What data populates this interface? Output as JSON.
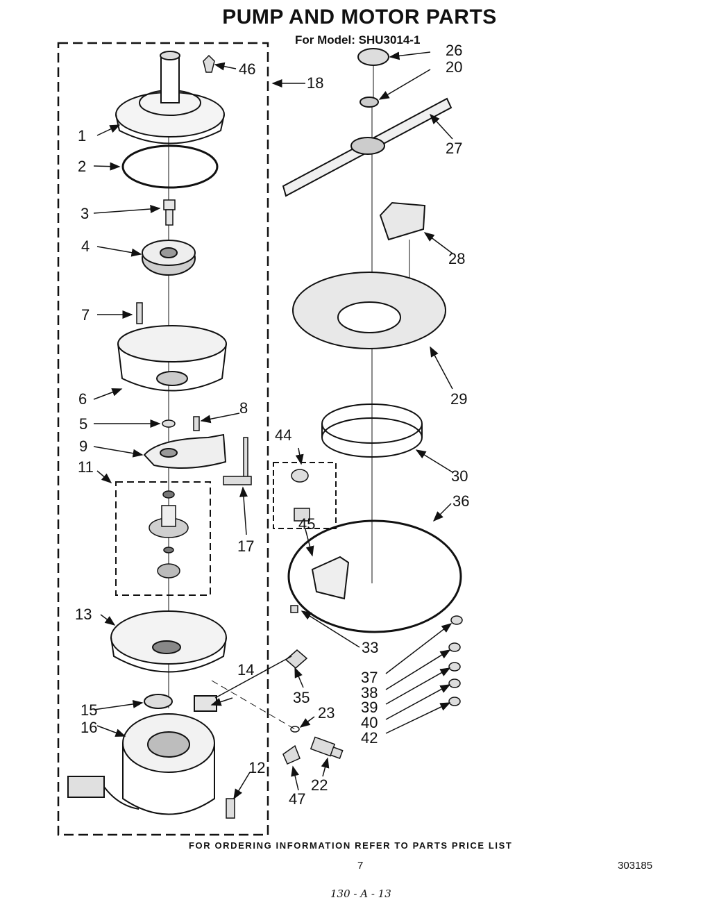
{
  "title": "PUMP AND MOTOR PARTS",
  "subtitle": "For Model: SHU3014-1",
  "footer": "FOR ORDERING INFORMATION REFER TO PARTS PRICE LIST",
  "page_number": "7",
  "document_number": "303185",
  "handwritten_note": "130 - A - 13",
  "callouts": {
    "c1": "1",
    "c2": "2",
    "c3": "3",
    "c4": "4",
    "c5": "5",
    "c6": "6",
    "c7": "7",
    "c8": "8",
    "c9": "9",
    "c11": "11",
    "c12": "12",
    "c13": "13",
    "c14": "14",
    "c15": "15",
    "c16": "16",
    "c17": "17",
    "c18": "18",
    "c20": "20",
    "c22": "22",
    "c23": "23",
    "c26": "26",
    "c27": "27",
    "c28": "28",
    "c29": "29",
    "c30": "30",
    "c33": "33",
    "c35": "35",
    "c36": "36",
    "c37": "37",
    "c38": "38",
    "c39": "39",
    "c40": "40",
    "c42": "42",
    "c44": "44",
    "c45": "45",
    "c46": "46",
    "c47": "47"
  }
}
